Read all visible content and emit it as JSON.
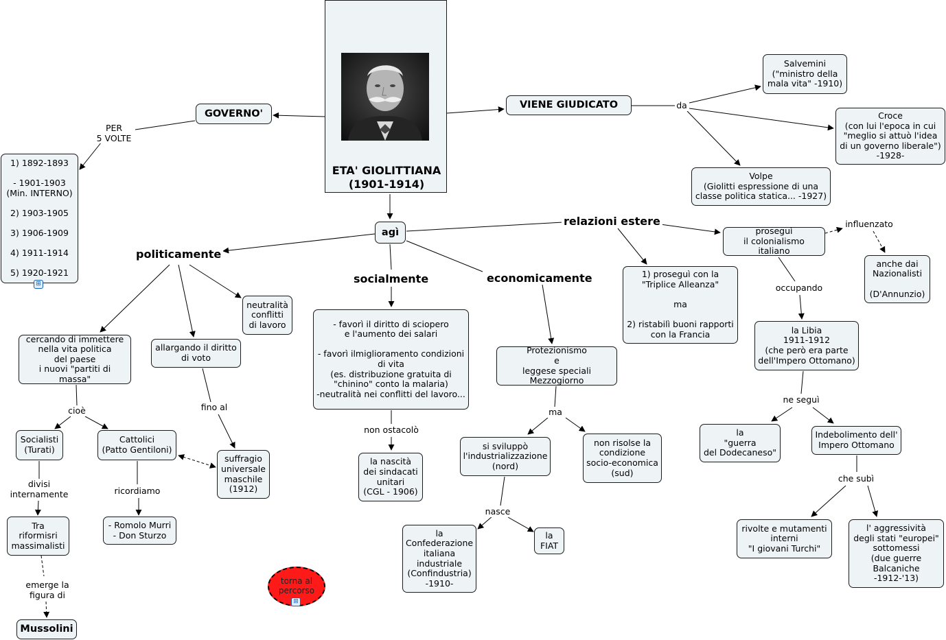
{
  "title": "ETA' GIOLITTIANA\n(1901-1914)",
  "nodes": {
    "governo": "GOVERNO'",
    "dates": "1) 1892-1893\n\n- 1901-1903\n(Min. INTERNO)\n\n2) 1903-1905\n\n3) 1906-1909\n\n4) 1911-1914\n\n5) 1920-1921",
    "viene_giudicato": "VIENE GIUDICATO",
    "salvemini": "Salvemini\n(\"ministro della\nmala vita\" -1910)",
    "croce": "Croce\n(con lui l'epoca in cui\n\"meglio si attuò l'idea\ndi un governo liberale\")\n-1928-",
    "volpe": "Volpe\n(Giolitti espressione di una\nclasse politica statica... -1927)",
    "agi": "agì",
    "politicamente": "politicamente",
    "socialmente": "socialmente",
    "economicamente": "economicamente",
    "relazioni_estere": "relazioni estere",
    "neutralita": "neutralità\nconflitti\ndi lavoro",
    "cercando": "cercando di immettere\nnella vita politica\ndel paese\ni nuovi \"partiti di massa\"",
    "allargando": "allargando il diritto\ndi voto",
    "socialisti": "Socialisti\n(Turati)",
    "cattolici": "Cattolici\n(Patto Gentiloni)",
    "suffragio": "suffragio\nuniversale\nmaschile\n(1912)",
    "tra": "Tra\nriformisri\nmassimalisti",
    "murri": "- Romolo Murri\n- Don Sturzo",
    "mussolini": "Mussolini",
    "social_box": "- favorì il diritto di sciopero\ne l'aumento dei salari\n\n- favorì ilmiglioramento condizioni\ndi vita\n(es. distribuzione gratuita di\n\"chinino\" conto la malaria)\n-neutralità nei conflitti del lavoro...",
    "sindacati": "la nascità\ndei sindacati\nunitari\n(CGL - 1906)",
    "protezionismo": "Protezionismo\ne\nleggese speciali Mezzogiorno",
    "sviluppo": "si sviluppò\nl'industrializzazione\n(nord)",
    "non_risolse": "non risolse la\ncondizione\nsocio-economica\n(sud)",
    "confindustria": "la\nConfederazione\nitaliana\nindustriale\n(Confindustria)\n-1910-",
    "fiat": "la\nFIAT",
    "triplice": "1)   proseguì con la\n\"Triplice Alleanza\"\n\nma\n\n2) ristabilì buoni rapporti\ncon la Francia",
    "colonialismo": "proseguì\nil colonialismo italiano",
    "nazionalisti": "anche dai\nNazionalisti\n\n(D'Annunzio)",
    "libia": "la Libia\n1911-1912\n(che però era parte\ndell'Impero Ottomano)",
    "dodecaneso": "la\n\"guerra\ndel Dodecaneso\"",
    "indebolimento": "Indebolimento dell'\nImpero Ottomano",
    "turchi": "rivolte e mutamenti\ninterni\n\"I giovani Turchi\"",
    "aggressivita": "l' aggressività\ndegli stati \"europei\"\nsottomessi\n(due guerre\nBalcaniche\n-1912-'13)",
    "torna": "torna al\npercorso"
  },
  "labels": {
    "per5": "PER\n5 VOLTE",
    "da": "da",
    "cioe": "cioè",
    "fino_al": "fino al",
    "divisi": "divisi\ninternamente",
    "ricordiamo": "ricordiamo",
    "emerge": "emerge  la\nfigura di",
    "non_ostacolo": "non ostacolò",
    "ma": "ma",
    "nasce": "nasce",
    "occupando": "occupando",
    "influenzato": "influenzato",
    "ne_segui": "ne seguì",
    "che_subi": "che subì"
  },
  "colors": {
    "node_fill": "#eef3f5",
    "torna_fill": "#ff1a1a"
  },
  "icons": [
    "portrait-photo",
    "concept-map-link-icon"
  ]
}
